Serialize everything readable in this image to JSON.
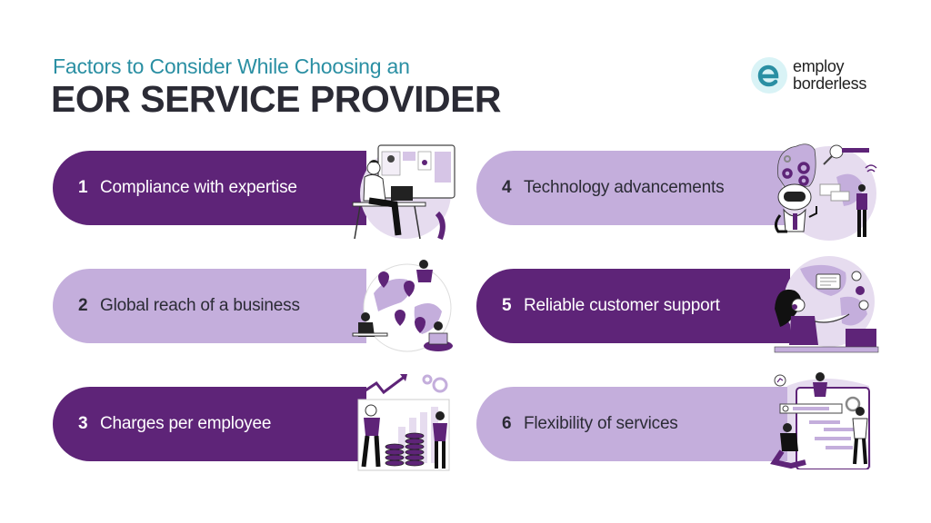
{
  "header": {
    "subtitle": "Factors to Consider While Choosing an",
    "title": "EOR SERVICE PROVIDER"
  },
  "logo": {
    "line1": "employ",
    "line2": "borderless",
    "icon": "e-logo-icon",
    "accent_color": "#2a8fa3"
  },
  "colors": {
    "dark_purple": "#5e2478",
    "light_purple": "#c4aedc",
    "title_color": "#2b2b35",
    "subtitle_color": "#2a8fa3"
  },
  "factors": [
    {
      "number": "1",
      "label": "Compliance with expertise",
      "style": "dark",
      "illustration": "person-at-desk-dashboard-illustration"
    },
    {
      "number": "2",
      "label": "Global reach of a business",
      "style": "light",
      "illustration": "globe-location-pins-illustration"
    },
    {
      "number": "3",
      "label": "Charges per employee",
      "style": "dark",
      "illustration": "coins-growth-chart-illustration"
    },
    {
      "number": "4",
      "label": "Technology advancements",
      "style": "light",
      "illustration": "robot-brain-gears-illustration"
    },
    {
      "number": "5",
      "label": "Reliable customer support",
      "style": "dark",
      "illustration": "headset-support-agent-illustration"
    },
    {
      "number": "6",
      "label": "Flexibility of services",
      "style": "light",
      "illustration": "team-app-interface-illustration"
    }
  ]
}
